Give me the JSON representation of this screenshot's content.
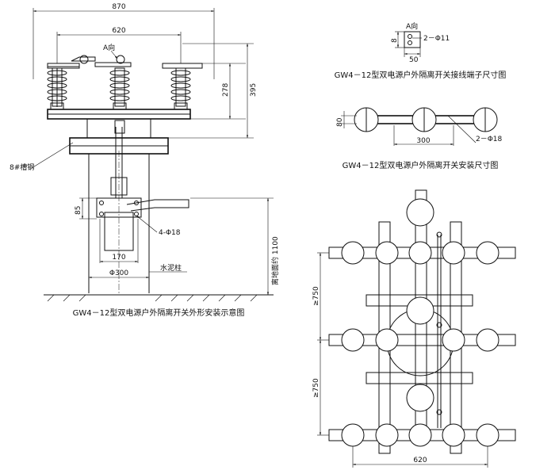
{
  "elevation_view": {
    "caption": "GW4－12型双电源户外隔离开关外形安装示意图",
    "dim_overall_width": "870",
    "dim_phase_spacing": "620",
    "dim_height_278": "278",
    "dim_height_395": "395",
    "dim_85": "85",
    "dim_170": "170",
    "dim_pole_diameter": "Φ300",
    "hole_note": "4-Φ18",
    "channel_label": "8#槽钢",
    "column_label": "水泥柱",
    "ground_height": "离地面约 1100",
    "direction_label": "A向"
  },
  "terminal_view": {
    "caption": "GW4－12型双电源户外隔离开关接线端子尺寸图",
    "direction_label": "A向",
    "dim_width": "50",
    "dim_height": "8",
    "hole_note": "2－Φ11"
  },
  "install_view": {
    "caption": "GW4－12型双电源户外隔离开关安装尺寸图",
    "dim_height": "80",
    "dim_spacing": "300",
    "hole_note": "2－Φ18"
  },
  "plan_view": {
    "dim_upper": "≥750",
    "dim_lower": "≥750",
    "dim_bottom": "620"
  }
}
